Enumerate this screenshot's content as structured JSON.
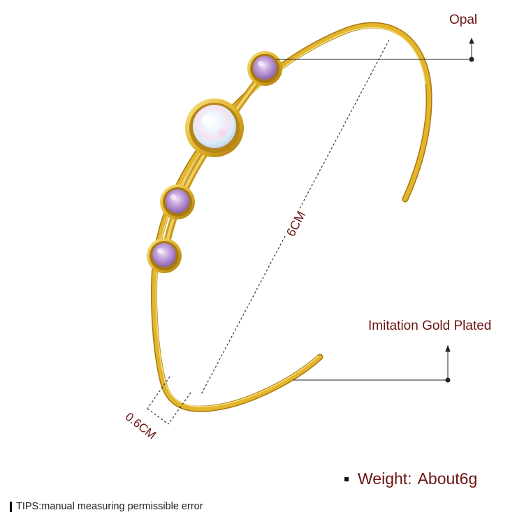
{
  "annotations": {
    "gem": "Opal",
    "plating": "Imitation Gold Plated",
    "length": "6CM",
    "width": "0.6CM"
  },
  "weight": {
    "label": "Weight:",
    "value": "About6g"
  },
  "tips": "TIPS:manual measuring permissible error",
  "colors": {
    "label_text": "#6b1414",
    "gold": "#e2b52b",
    "gold_shadow": "#a8790f",
    "gold_highlight": "#fbe58a",
    "purple_stone": "#b28ad0",
    "opal_stone": "#eef4fb",
    "pointer_line": "#222222"
  },
  "icons": {
    "bullet": "square-bullet-icon",
    "tips_marker": "vertical-bar-icon"
  }
}
